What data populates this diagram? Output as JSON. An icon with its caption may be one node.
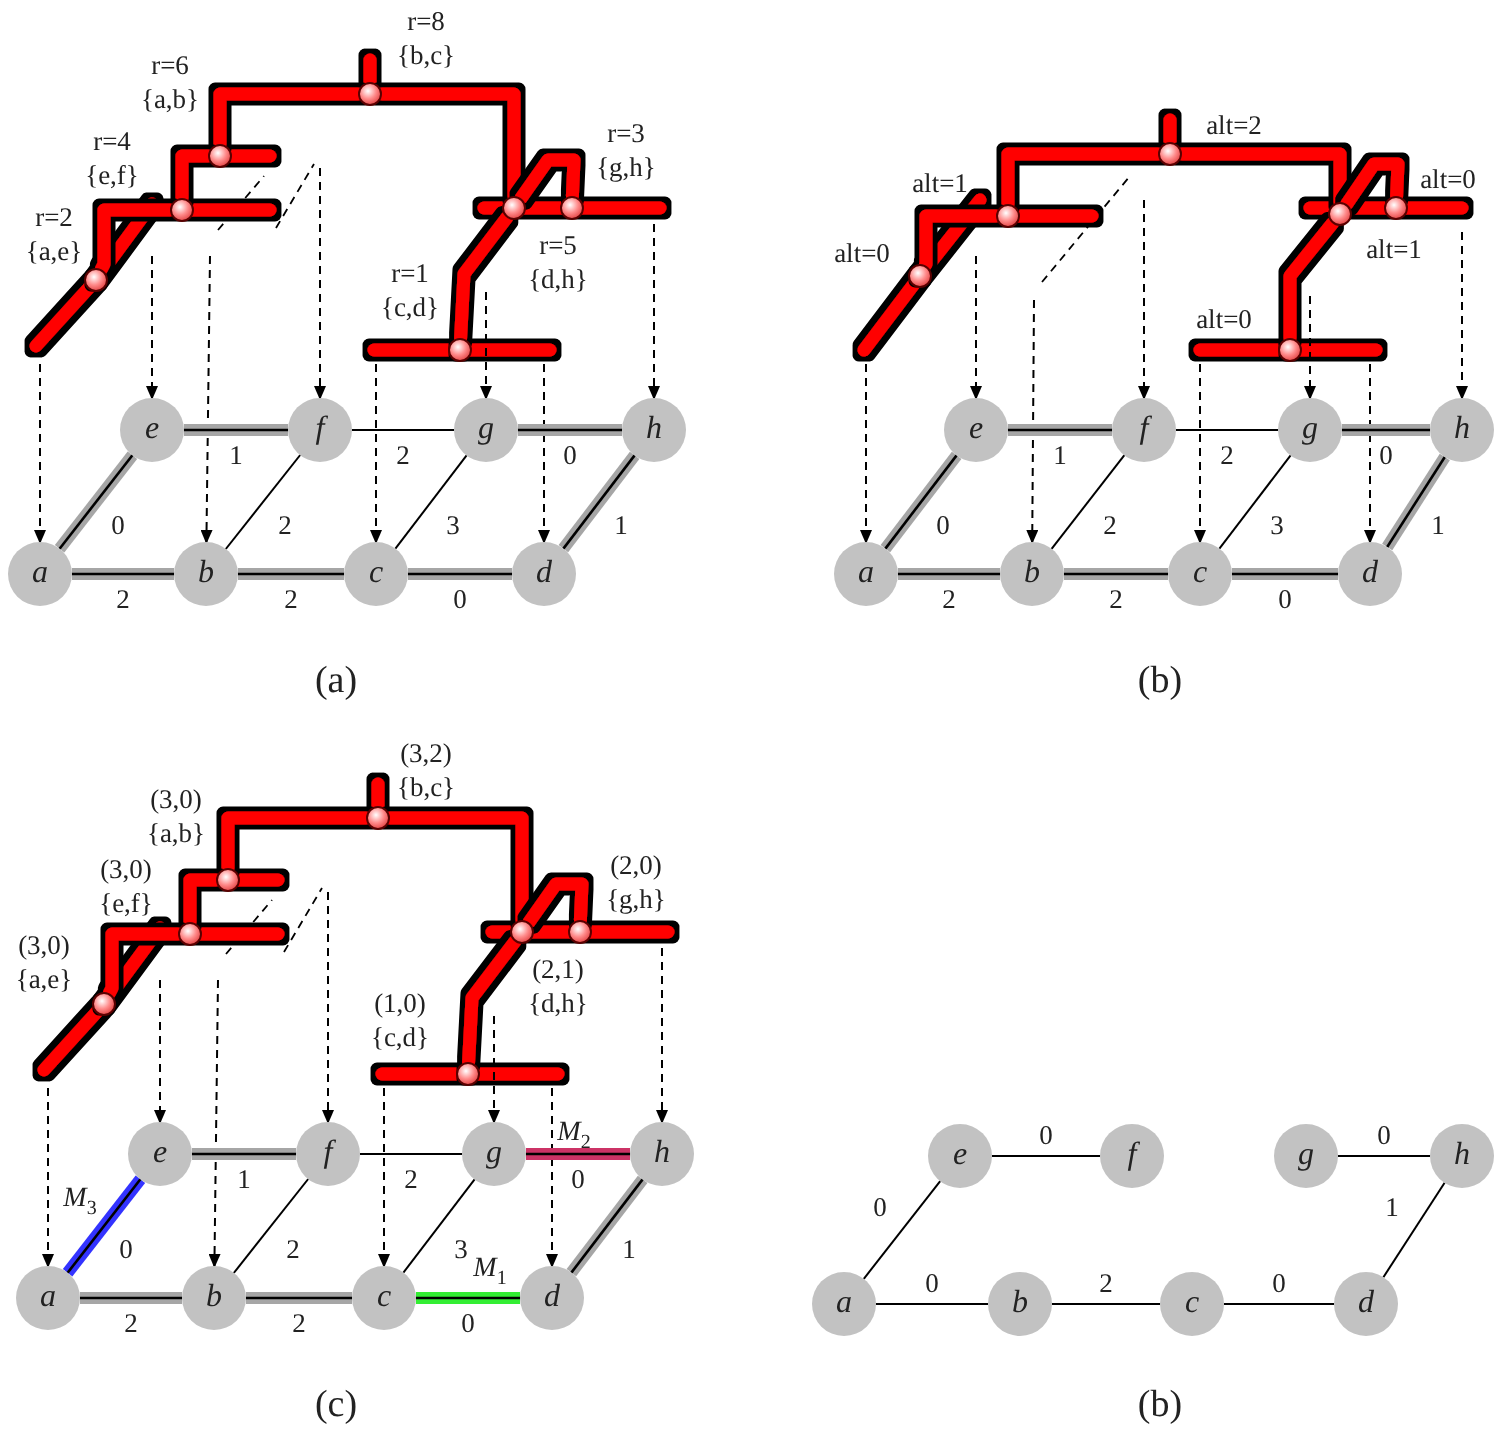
{
  "diagram": {
    "nodes": [
      {
        "text": [],
        "shape": "circle",
        "beside": [
          "r=2",
          "{a,e}"
        ]
      },
      {
        "text": [],
        "shape": "circle",
        "beside": [
          "r=4",
          "{e,f}"
        ]
      },
      {
        "text": [],
        "shape": "circle",
        "beside": [
          "r=6",
          "{a,b}"
        ]
      },
      {
        "text": [],
        "shape": "circle",
        "beside": [
          "r=8",
          "{b,c}"
        ]
      },
      {
        "text": [],
        "shape": "circle",
        "beside": [
          "r=1",
          "{c,d}"
        ]
      },
      {
        "text": [],
        "shape": "circle",
        "beside": [
          "r=5",
          "{d,h}"
        ]
      },
      {
        "text": [],
        "shape": "circle",
        "beside": [
          "r=3",
          "{g,h}"
        ]
      },
      {
        "text": [
          "a"
        ]
      },
      {
        "text": [
          "b"
        ]
      },
      {
        "text": [
          "c"
        ]
      },
      {
        "text": [
          "d"
        ]
      },
      {
        "text": [
          "e"
        ]
      },
      {
        "text": [
          "f"
        ]
      },
      {
        "text": [
          "g"
        ]
      },
      {
        "text": [
          "h"
        ]
      },
      {
        "text": [],
        "shape": "circle",
        "beside": [
          "alt=0"
        ]
      },
      {
        "text": [],
        "shape": "circle",
        "beside": [
          "alt=1"
        ]
      },
      {
        "text": [],
        "shape": "circle",
        "beside": [
          "alt=2"
        ]
      },
      {
        "text": [],
        "shape": "circle",
        "beside": [
          "alt=0"
        ]
      },
      {
        "text": [],
        "shape": "circle",
        "beside": [
          "alt=1"
        ]
      },
      {
        "text": [],
        "shape": "circle",
        "beside": [
          "alt=0"
        ]
      },
      {
        "text": [
          "a"
        ]
      },
      {
        "text": [
          "b"
        ]
      },
      {
        "text": [
          "c"
        ]
      },
      {
        "text": [
          "d"
        ]
      },
      {
        "text": [
          "e"
        ]
      },
      {
        "text": [
          "f"
        ]
      },
      {
        "text": [
          "g"
        ]
      },
      {
        "text": [
          "h"
        ]
      },
      {
        "text": [],
        "shape": "circle",
        "beside": [
          "(3,0)",
          "{a,e}"
        ]
      },
      {
        "text": [],
        "shape": "circle",
        "beside": [
          "(3,0)",
          "{e,f}"
        ]
      },
      {
        "text": [],
        "shape": "circle",
        "beside": [
          "(3,0)",
          "{a,b}"
        ]
      },
      {
        "text": [],
        "shape": "circle",
        "beside": [
          "(3,2)",
          "{b,c}"
        ]
      },
      {
        "text": [],
        "shape": "circle",
        "beside": [
          "(1,0)",
          "{c,d}"
        ]
      },
      {
        "text": [],
        "shape": "circle",
        "beside": [
          "(2,1)",
          "{d,h}"
        ]
      },
      {
        "text": [],
        "shape": "circle",
        "beside": [
          "(2,0)",
          "{g,h}"
        ]
      },
      {
        "text": [
          "a"
        ]
      },
      {
        "text": [
          "b"
        ]
      },
      {
        "text": [
          "c"
        ]
      },
      {
        "text": [
          "d"
        ]
      },
      {
        "text": [
          "e"
        ]
      },
      {
        "text": [
          "f"
        ]
      },
      {
        "text": [
          "g"
        ]
      },
      {
        "text": [
          "h"
        ]
      },
      {
        "text": [
          "a"
        ]
      },
      {
        "text": [
          "b"
        ]
      },
      {
        "text": [
          "c"
        ]
      },
      {
        "text": [
          "d"
        ]
      },
      {
        "text": [
          "e"
        ]
      },
      {
        "text": [
          "f"
        ]
      },
      {
        "text": [
          "g"
        ]
      },
      {
        "text": [
          "h"
        ]
      }
    ],
    "edges": [
      {
        "from": 3,
        "to": 2,
        "arrow": "none",
        "style": "thick",
        "color": "#ff0000"
      },
      {
        "from": 2,
        "to": 1,
        "arrow": "none",
        "style": "thick",
        "color": "#ff0000"
      },
      {
        "from": 1,
        "to": 0,
        "arrow": "none",
        "style": "thick",
        "color": "#ff0000"
      },
      {
        "from": 3,
        "to": 5,
        "arrow": "none",
        "style": "thick",
        "color": "#ff0000"
      },
      {
        "from": 5,
        "to": 4,
        "arrow": "none",
        "style": "thick",
        "color": "#ff0000"
      },
      {
        "from": 5,
        "to": 6,
        "arrow": "none",
        "style": "thick",
        "color": "#ff0000"
      },
      {
        "from": null,
        "to": 7,
        "arrow": "to",
        "style": "dashed"
      },
      {
        "from": null,
        "to": 8,
        "arrow": "to",
        "style": "dashed"
      },
      {
        "from": null,
        "to": 9,
        "arrow": "to",
        "style": "dashed"
      },
      {
        "from": null,
        "to": 10,
        "arrow": "to",
        "style": "dashed"
      },
      {
        "from": null,
        "to": 11,
        "arrow": "to",
        "style": "dashed"
      },
      {
        "from": null,
        "to": 12,
        "arrow": "to",
        "style": "dashed"
      },
      {
        "from": null,
        "to": 13,
        "arrow": "to",
        "style": "dashed"
      },
      {
        "from": null,
        "to": 14,
        "arrow": "to",
        "style": "dashed"
      },
      {
        "from": 7,
        "to": 11,
        "arrow": "none",
        "label": "0",
        "style": "thick",
        "color": "#a6a6a6"
      },
      {
        "from": 11,
        "to": 12,
        "arrow": "none",
        "label": "1",
        "style": "thick",
        "color": "#a6a6a6"
      },
      {
        "from": 12,
        "to": 13,
        "arrow": "none",
        "label": "2"
      },
      {
        "from": 13,
        "to": 14,
        "arrow": "none",
        "label": "0",
        "style": "thick",
        "color": "#a6a6a6"
      },
      {
        "from": 7,
        "to": 8,
        "arrow": "none",
        "label": "2",
        "style": "thick",
        "color": "#a6a6a6"
      },
      {
        "from": 8,
        "to": 9,
        "arrow": "none",
        "label": "2",
        "style": "thick",
        "color": "#a6a6a6"
      },
      {
        "from": 9,
        "to": 10,
        "arrow": "none",
        "label": "0",
        "style": "thick",
        "color": "#a6a6a6"
      },
      {
        "from": 10,
        "to": 14,
        "arrow": "none",
        "label": "1",
        "style": "thick",
        "color": "#a6a6a6"
      },
      {
        "from": 8,
        "to": 12,
        "arrow": "none",
        "label": "2"
      },
      {
        "from": 9,
        "to": 13,
        "arrow": "none",
        "label": "3"
      },
      {
        "from": 17,
        "to": 16,
        "arrow": "none",
        "style": "thick",
        "color": "#ff0000"
      },
      {
        "from": 16,
        "to": 15,
        "arrow": "none",
        "style": "thick",
        "color": "#ff0000"
      },
      {
        "from": 17,
        "to": 19,
        "arrow": "none",
        "style": "thick",
        "color": "#ff0000"
      },
      {
        "from": 19,
        "to": 18,
        "arrow": "none",
        "style": "thick",
        "color": "#ff0000"
      },
      {
        "from": 19,
        "to": 20,
        "arrow": "none",
        "style": "thick",
        "color": "#ff0000"
      },
      {
        "from": null,
        "to": 21,
        "arrow": "to",
        "style": "dashed"
      },
      {
        "from": null,
        "to": 22,
        "arrow": "to",
        "style": "dashed"
      },
      {
        "from": null,
        "to": 23,
        "arrow": "to",
        "style": "dashed"
      },
      {
        "from": null,
        "to": 24,
        "arrow": "to",
        "style": "dashed"
      },
      {
        "from": null,
        "to": 25,
        "arrow": "to",
        "style": "dashed"
      },
      {
        "from": null,
        "to": 26,
        "arrow": "to",
        "style": "dashed"
      },
      {
        "from": null,
        "to": 27,
        "arrow": "to",
        "style": "dashed"
      },
      {
        "from": null,
        "to": 28,
        "arrow": "to",
        "style": "dashed"
      },
      {
        "from": 21,
        "to": 25,
        "arrow": "none",
        "label": "0",
        "style": "thick",
        "color": "#a6a6a6"
      },
      {
        "from": 25,
        "to": 26,
        "arrow": "none",
        "label": "1",
        "style": "thick",
        "color": "#a6a6a6"
      },
      {
        "from": 26,
        "to": 27,
        "arrow": "none",
        "label": "2"
      },
      {
        "from": 27,
        "to": 28,
        "arrow": "none",
        "label": "0",
        "style": "thick",
        "color": "#a6a6a6"
      },
      {
        "from": 21,
        "to": 22,
        "arrow": "none",
        "label": "2",
        "style": "thick",
        "color": "#a6a6a6"
      },
      {
        "from": 22,
        "to": 23,
        "arrow": "none",
        "label": "2",
        "style": "thick",
        "color": "#a6a6a6"
      },
      {
        "from": 23,
        "to": 24,
        "arrow": "none",
        "label": "0",
        "style": "thick",
        "color": "#a6a6a6"
      },
      {
        "from": 24,
        "to": 28,
        "arrow": "none",
        "label": "1",
        "style": "thick",
        "color": "#a6a6a6"
      },
      {
        "from": 22,
        "to": 26,
        "arrow": "none",
        "label": "2"
      },
      {
        "from": 23,
        "to": 27,
        "arrow": "none",
        "label": "3"
      },
      {
        "from": 32,
        "to": 31,
        "arrow": "none",
        "style": "thick",
        "color": "#ff0000"
      },
      {
        "from": 31,
        "to": 30,
        "arrow": "none",
        "style": "thick",
        "color": "#ff0000"
      },
      {
        "from": 30,
        "to": 29,
        "arrow": "none",
        "style": "thick",
        "color": "#ff0000"
      },
      {
        "from": 32,
        "to": 34,
        "arrow": "none",
        "style": "thick",
        "color": "#ff0000"
      },
      {
        "from": 34,
        "to": 33,
        "arrow": "none",
        "style": "thick",
        "color": "#ff0000"
      },
      {
        "from": 34,
        "to": 35,
        "arrow": "none",
        "style": "thick",
        "color": "#ff0000"
      },
      {
        "from": null,
        "to": 36,
        "arrow": "to",
        "style": "dashed"
      },
      {
        "from": null,
        "to": 37,
        "arrow": "to",
        "style": "dashed"
      },
      {
        "from": null,
        "to": 38,
        "arrow": "to",
        "style": "dashed"
      },
      {
        "from": null,
        "to": 39,
        "arrow": "to",
        "style": "dashed"
      },
      {
        "from": null,
        "to": 40,
        "arrow": "to",
        "style": "dashed"
      },
      {
        "from": null,
        "to": 41,
        "arrow": "to",
        "style": "dashed"
      },
      {
        "from": null,
        "to": 42,
        "arrow": "to",
        "style": "dashed"
      },
      {
        "from": null,
        "to": 43,
        "arrow": "to",
        "style": "dashed"
      },
      {
        "from": 36,
        "to": 40,
        "arrow": "none",
        "label": "0",
        "style": "thick",
        "color": "#3333ff"
      },
      {
        "from": 40,
        "to": 41,
        "arrow": "none",
        "label": "1",
        "style": "thick",
        "color": "#a6a6a6"
      },
      {
        "from": 41,
        "to": 42,
        "arrow": "none",
        "label": "2"
      },
      {
        "from": 42,
        "to": 43,
        "arrow": "none",
        "label": "0",
        "style": "thick",
        "color": "#cc3366"
      },
      {
        "from": 36,
        "to": 37,
        "arrow": "none",
        "label": "2",
        "style": "thick",
        "color": "#a6a6a6"
      },
      {
        "from": 37,
        "to": 38,
        "arrow": "none",
        "label": "2",
        "style": "thick",
        "color": "#a6a6a6"
      },
      {
        "from": 38,
        "to": 39,
        "arrow": "none",
        "label": "0",
        "style": "thick",
        "color": "#33ee33"
      },
      {
        "from": 39,
        "to": 43,
        "arrow": "none",
        "label": "1",
        "style": "thick",
        "color": "#a6a6a6"
      },
      {
        "from": 37,
        "to": 41,
        "arrow": "none",
        "label": "2"
      },
      {
        "from": 38,
        "to": 42,
        "arrow": "none",
        "label": "3"
      },
      {
        "from": 44,
        "to": 48,
        "arrow": "none",
        "label": "0"
      },
      {
        "from": 48,
        "to": 49,
        "arrow": "none",
        "label": "0"
      },
      {
        "from": 50,
        "to": 51,
        "arrow": "none",
        "label": "0"
      },
      {
        "from": 44,
        "to": 45,
        "arrow": "none",
        "label": "0"
      },
      {
        "from": 45,
        "to": 46,
        "arrow": "none",
        "label": "2"
      },
      {
        "from": 46,
        "to": 47,
        "arrow": "none",
        "label": "0"
      },
      {
        "from": 47,
        "to": 51,
        "arrow": "none",
        "label": "1"
      }
    ],
    "labels": [
      "(a)",
      "(b)",
      "*M*$_{2}$",
      "*M*$_{3}$",
      "*M*$_{1}$",
      "(c)",
      "(b)"
    ]
  }
}
